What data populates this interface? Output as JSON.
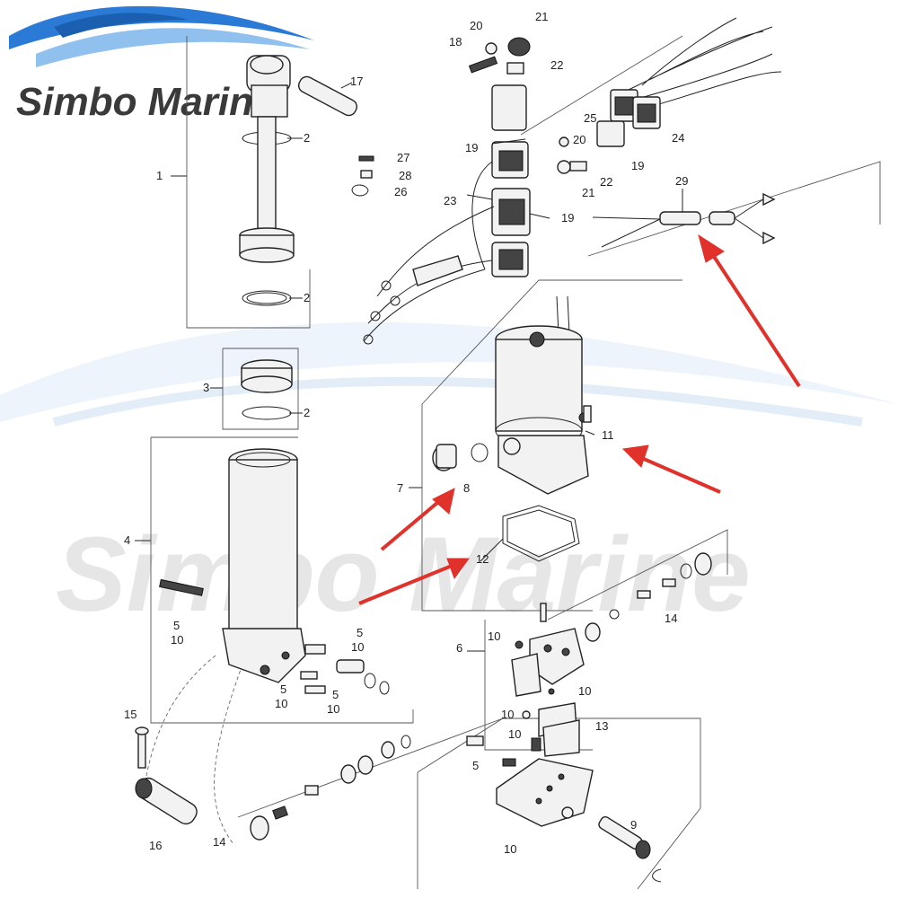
{
  "brand": {
    "name": "Simbo Marine",
    "watermark": "Simbo Marine"
  },
  "labels": [
    {
      "id": "p1",
      "text": "1"
    },
    {
      "id": "p2a",
      "text": "2"
    },
    {
      "id": "p2b",
      "text": "2"
    },
    {
      "id": "p2c",
      "text": "2"
    },
    {
      "id": "p3",
      "text": "3"
    },
    {
      "id": "p4",
      "text": "4"
    },
    {
      "id": "p5a",
      "text": "5"
    },
    {
      "id": "p10a",
      "text": "10"
    },
    {
      "id": "p5b",
      "text": "5"
    },
    {
      "id": "p10b",
      "text": "10"
    },
    {
      "id": "p5c",
      "text": "5"
    },
    {
      "id": "p10c",
      "text": "10"
    },
    {
      "id": "p5d",
      "text": "5"
    },
    {
      "id": "p10d",
      "text": "10"
    },
    {
      "id": "p5e",
      "text": "5"
    },
    {
      "id": "p6",
      "text": "6"
    },
    {
      "id": "p7",
      "text": "7"
    },
    {
      "id": "p8",
      "text": "8"
    },
    {
      "id": "p9",
      "text": "9"
    },
    {
      "id": "p10e",
      "text": "10"
    },
    {
      "id": "p10f",
      "text": "10"
    },
    {
      "id": "p10g",
      "text": "10"
    },
    {
      "id": "p10h",
      "text": "10"
    },
    {
      "id": "p10i",
      "text": "10"
    },
    {
      "id": "p11",
      "text": "11"
    },
    {
      "id": "p12",
      "text": "12"
    },
    {
      "id": "p13",
      "text": "13"
    },
    {
      "id": "p14a",
      "text": "14"
    },
    {
      "id": "p14b",
      "text": "14"
    },
    {
      "id": "p15",
      "text": "15"
    },
    {
      "id": "p16",
      "text": "16"
    },
    {
      "id": "p17",
      "text": "17"
    },
    {
      "id": "p18",
      "text": "18"
    },
    {
      "id": "p19a",
      "text": "19"
    },
    {
      "id": "p19b",
      "text": "19"
    },
    {
      "id": "p19c",
      "text": "19"
    },
    {
      "id": "p20a",
      "text": "20"
    },
    {
      "id": "p20b",
      "text": "20"
    },
    {
      "id": "p21a",
      "text": "21"
    },
    {
      "id": "p21b",
      "text": "21"
    },
    {
      "id": "p22a",
      "text": "22"
    },
    {
      "id": "p22b",
      "text": "22"
    },
    {
      "id": "p23",
      "text": "23"
    },
    {
      "id": "p24",
      "text": "24"
    },
    {
      "id": "p25",
      "text": "25"
    },
    {
      "id": "p26",
      "text": "26"
    },
    {
      "id": "p27",
      "text": "27"
    },
    {
      "id": "p28",
      "text": "28"
    },
    {
      "id": "p29",
      "text": "29"
    }
  ],
  "colors": {
    "arrow": "#e0312a",
    "wave": "#2a7ad6",
    "wave_light": "#c9def3"
  }
}
